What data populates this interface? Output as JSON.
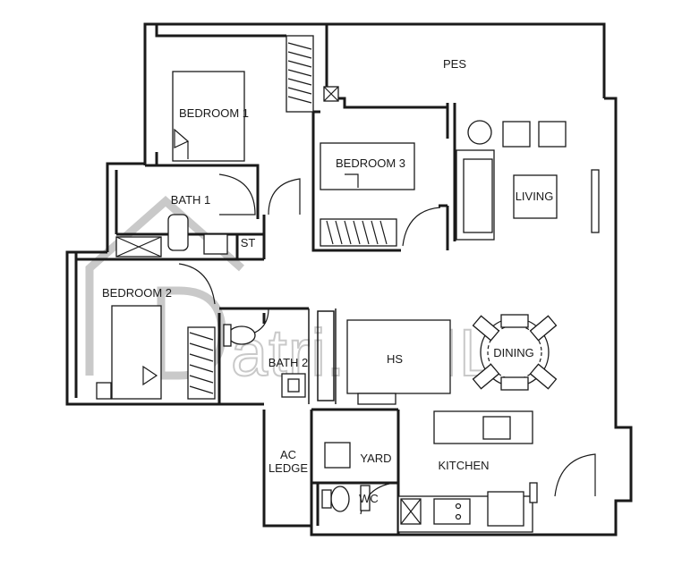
{
  "plan": {
    "rooms": {
      "pes": "PES",
      "bedroom1": "BEDROOM 1",
      "bedroom2": "BEDROOM 2",
      "bedroom3": "BEDROOM 3",
      "bath1": "BATH 1",
      "bath2": "BATH 2",
      "store": "ST",
      "living": "LIVING",
      "dining": "DINING",
      "household_shelter": "HS",
      "ac_ledge_line1": "AC",
      "ac_ledge_line2": "LEDGE",
      "yard": "YARD",
      "kitchen": "KITCHEN",
      "wc": "WC"
    },
    "watermark": "atri.BUILD",
    "colors": {
      "wall": "#1a1a1a",
      "watermark": "#c9c9c9",
      "background": "#ffffff"
    }
  }
}
